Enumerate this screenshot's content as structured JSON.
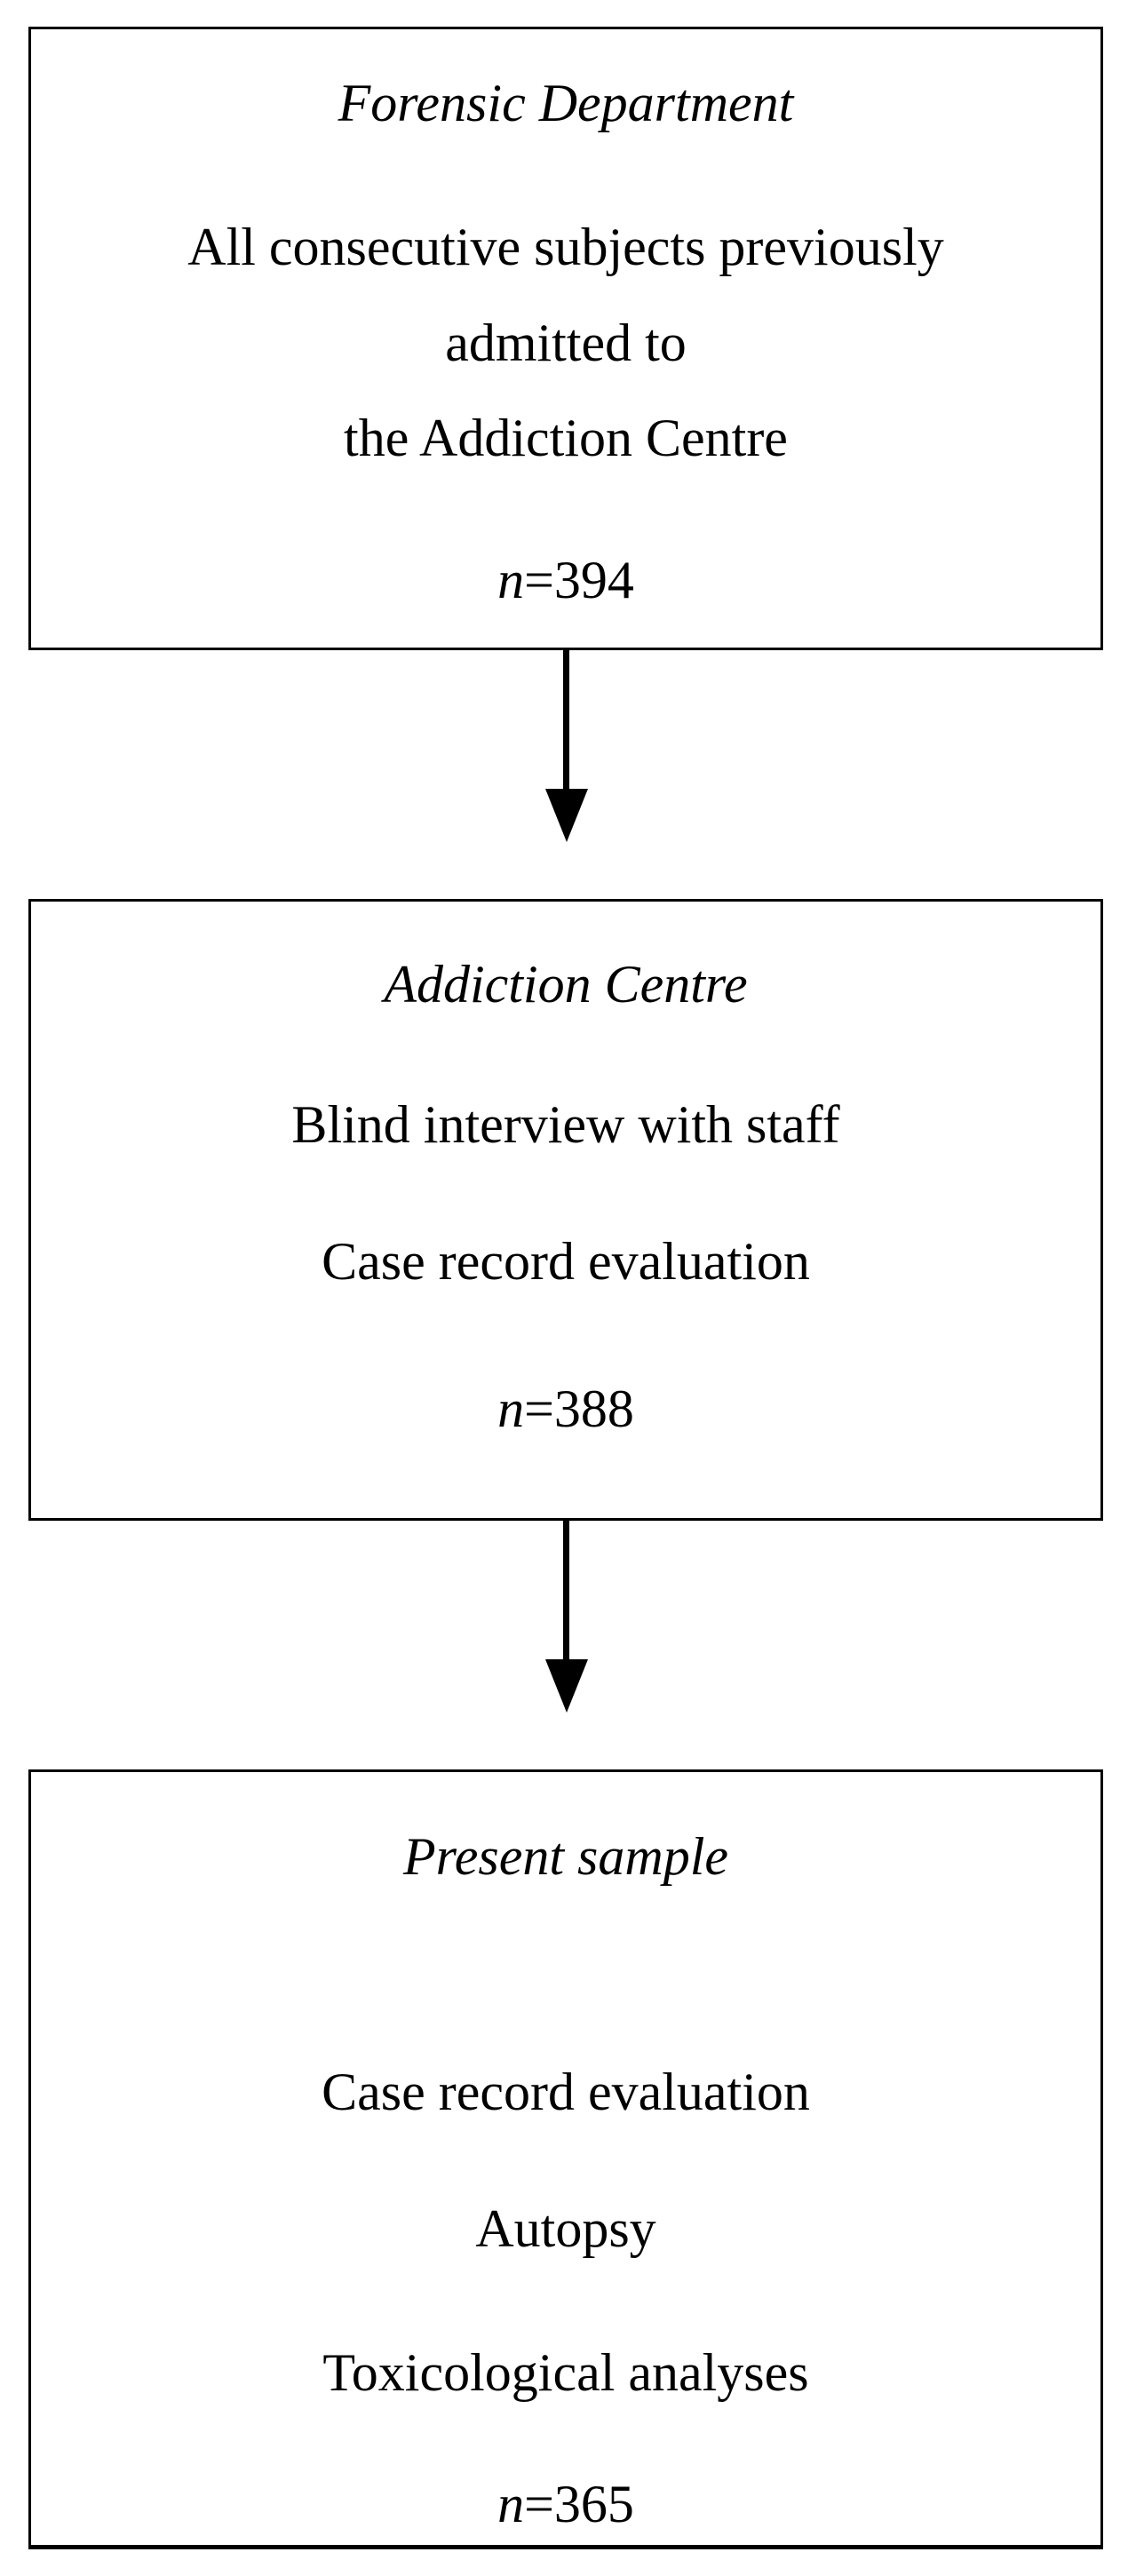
{
  "figure": {
    "type": "flowchart",
    "colors": {
      "border": "#000000",
      "text": "#000000",
      "background": "#ffffff"
    },
    "boxes": [
      {
        "title": "Forensic Department",
        "lines": [
          "All consecutive subjects previously",
          "admitted to",
          "the Addiction Centre"
        ],
        "n_italic": "n",
        "n_rest": "=394"
      },
      {
        "title": "Addiction Centre",
        "lines": [
          "Blind interview with staff",
          "Case record evaluation"
        ],
        "n_italic": "n",
        "n_rest": "=388"
      },
      {
        "title": "Present sample",
        "lines": [
          "Case record evaluation",
          "Autopsy",
          "Toxicological analyses"
        ],
        "n_italic": "n",
        "n_rest": "=365"
      }
    ]
  }
}
